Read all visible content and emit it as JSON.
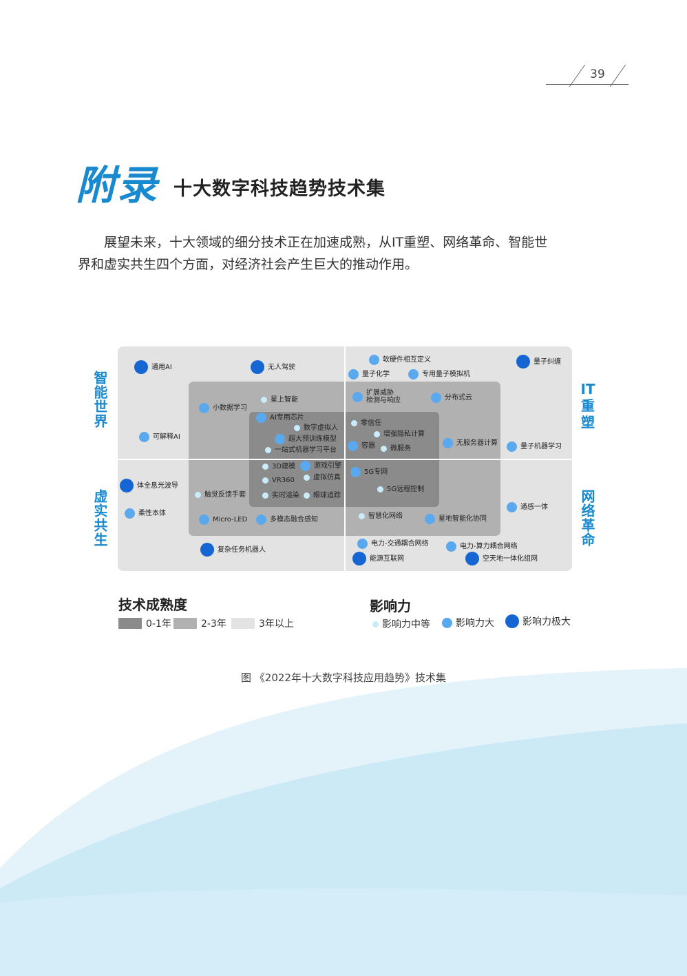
{
  "header": {
    "page_number": "39"
  },
  "title": {
    "main": "附录",
    "sub": "十大数字科技趋势技术集"
  },
  "paragraph": {
    "line1": "展望未来，十大领域的细分技术正在加速成熟，从IT重塑、网络革命、智能世",
    "line2": "界和虚实共生四个方面，对经济社会产生巨大的推动作用。"
  },
  "quadrants": {
    "top_left": "智能世界",
    "bottom_left": "虚实共生",
    "top_right": "IT重塑",
    "bottom_right": "网络革命"
  },
  "colors": {
    "accent": "#1a8ad0",
    "impact_medium": "#c9ecfa",
    "impact_large": "#5aa8ee",
    "impact_huge": "#1565d3",
    "maturity_0_1": "#8b8b8b",
    "maturity_2_3": "#b1b1b1",
    "maturity_3plus": "#e3e3e3"
  },
  "technologies": [
    {
      "label": "通用AI",
      "impact": 3
    },
    {
      "label": "无人驾驶",
      "impact": 3
    },
    {
      "label": "小数据学习",
      "impact": 2
    },
    {
      "label": "星上智能",
      "impact": 1
    },
    {
      "label": "AI专用芯片",
      "impact": 2
    },
    {
      "label": "数字虚拟人",
      "impact": 1
    },
    {
      "label": "超大预训练模型",
      "impact": 2
    },
    {
      "label": "一站式机器学习平台",
      "impact": 1
    },
    {
      "label": "可解释AI",
      "impact": 2
    },
    {
      "label": "软硬件相互定义",
      "impact": 2
    },
    {
      "label": "量子纠缠",
      "impact": 3
    },
    {
      "label": "量子化学",
      "impact": 2
    },
    {
      "label": "专用量子模拟机",
      "impact": 2
    },
    {
      "label": "扩展威胁",
      "label2": "检测与响应",
      "impact": 2
    },
    {
      "label": "分布式云",
      "impact": 2
    },
    {
      "label": "零信任",
      "impact": 1
    },
    {
      "label": "增强隐私计算",
      "impact": 1
    },
    {
      "label": "容器",
      "impact": 2
    },
    {
      "label": "微服务",
      "impact": 1
    },
    {
      "label": "无服务器计算",
      "impact": 2
    },
    {
      "label": "量子机器学习",
      "impact": 2
    },
    {
      "label": "3D建模",
      "impact": 1
    },
    {
      "label": "游戏引擎",
      "impact": 2
    },
    {
      "label": "虚拟仿真",
      "impact": 1
    },
    {
      "label": "VR360",
      "impact": 1
    },
    {
      "label": "实时渲染",
      "impact": 1
    },
    {
      "label": "眼球追踪",
      "impact": 1
    },
    {
      "label": "体全息光波导",
      "impact": 3
    },
    {
      "label": "触觉反馈手套",
      "impact": 1
    },
    {
      "label": "柔性本体",
      "impact": 2
    },
    {
      "label": "Micro-LED",
      "impact": 2
    },
    {
      "label": "多模态融合感知",
      "impact": 2
    },
    {
      "label": "复杂任务机器人",
      "impact": 3
    },
    {
      "label": "5G专网",
      "impact": 2
    },
    {
      "label": "5G远程控制",
      "impact": 1
    },
    {
      "label": "通感一体",
      "impact": 2
    },
    {
      "label": "智慧化网络",
      "impact": 1
    },
    {
      "label": "星地智能化协同",
      "impact": 2
    },
    {
      "label": "电力-交通耦合网络",
      "impact": 2
    },
    {
      "label": "电力-算力耦合网络",
      "impact": 2
    },
    {
      "label": "能源互联网",
      "impact": 3
    },
    {
      "label": "空天地一体化组网",
      "impact": 3
    }
  ],
  "legend": {
    "maturity_title": "技术成熟度",
    "maturity": [
      {
        "label": "0-1年"
      },
      {
        "label": "2-3年"
      },
      {
        "label": "3年以上"
      }
    ],
    "impact_title": "影响力",
    "impact": [
      {
        "label": "影响力中等"
      },
      {
        "label": "影响力大"
      },
      {
        "label": "影响力极大"
      }
    ]
  },
  "caption": "图 《2022年十大数字科技应用趋势》技术集"
}
